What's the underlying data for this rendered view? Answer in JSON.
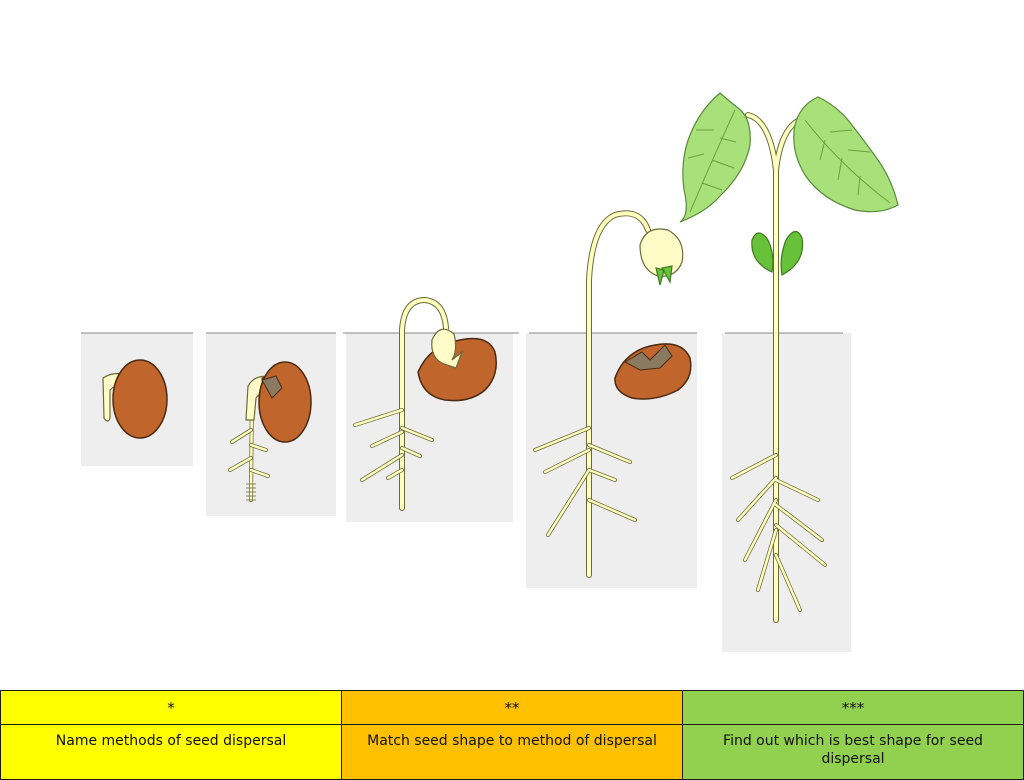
{
  "tiers": [
    {
      "stars": "*",
      "task": "Name methods of seed dispersal",
      "color": "#ffff00"
    },
    {
      "stars": "**",
      "task": "Match seed shape to method of dispersal",
      "color": "#ffc000"
    },
    {
      "stars": "***",
      "task": "Find out which is best shape for seed dispersal",
      "color": "#92d050"
    }
  ],
  "illustration": {
    "subject": "bean seed germination stages",
    "stages": 5,
    "colors": {
      "seed": "#c0652b",
      "stem": "#ffffc0",
      "stem_outline": "#6b6b3a",
      "soil": "#eeeeee",
      "leaf": "#a8e07a",
      "leaf_dark": "#67c23a"
    }
  }
}
